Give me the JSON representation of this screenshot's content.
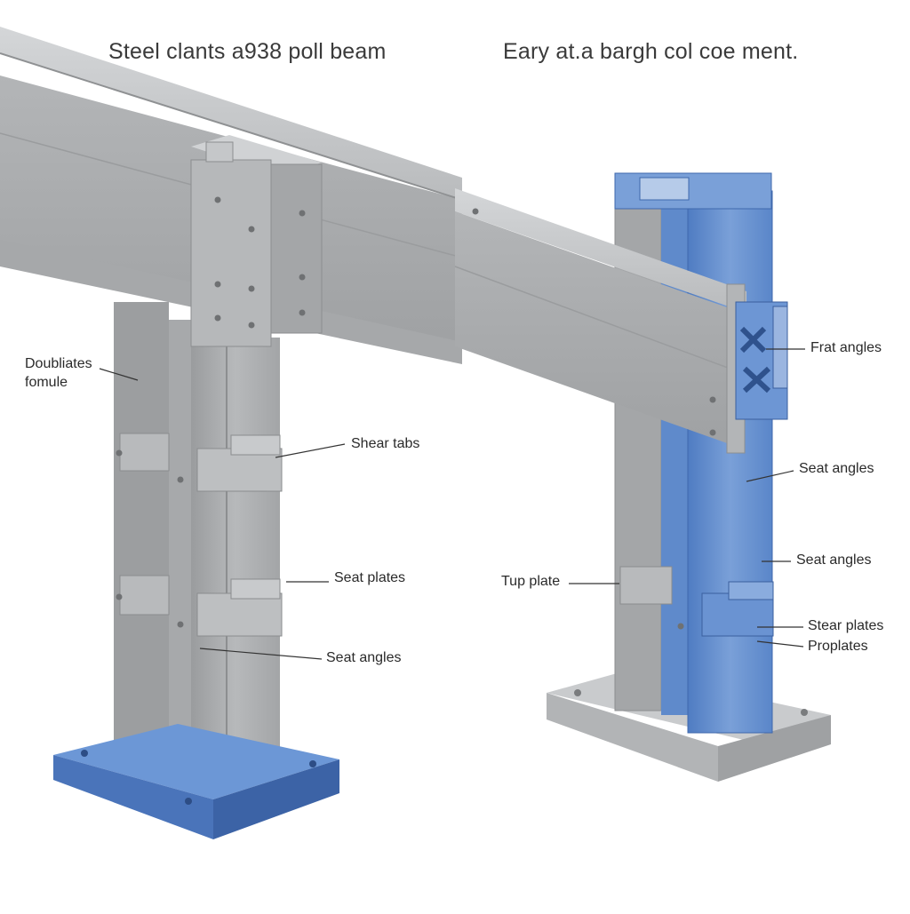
{
  "titles": {
    "left": "Steel clants a938 poll beam",
    "right": "Eary at.a bargh col coe ment."
  },
  "labels": {
    "doubliates": "Doubliates",
    "fomule": "fomule",
    "shear_tabs": "Shear tabs",
    "seat_plates": "Seat plates",
    "seat_angles_left": "Seat angles",
    "frat_angles": "Frat angles",
    "seat_angles_right_1": "Seat angles",
    "seat_angles_right_2": "Seat angles",
    "tup_plate": "Tup plate",
    "stear_plates": "Stear plates",
    "proplates": "Proplates"
  },
  "colors": {
    "steel_light": "#c4c6c8",
    "steel_mid": "#a9abad",
    "steel_dark": "#8d8f92",
    "blue_light": "#7aa0d8",
    "blue_mid": "#5a86c9",
    "blue_dark": "#3f68ad",
    "leader": "#333333"
  }
}
